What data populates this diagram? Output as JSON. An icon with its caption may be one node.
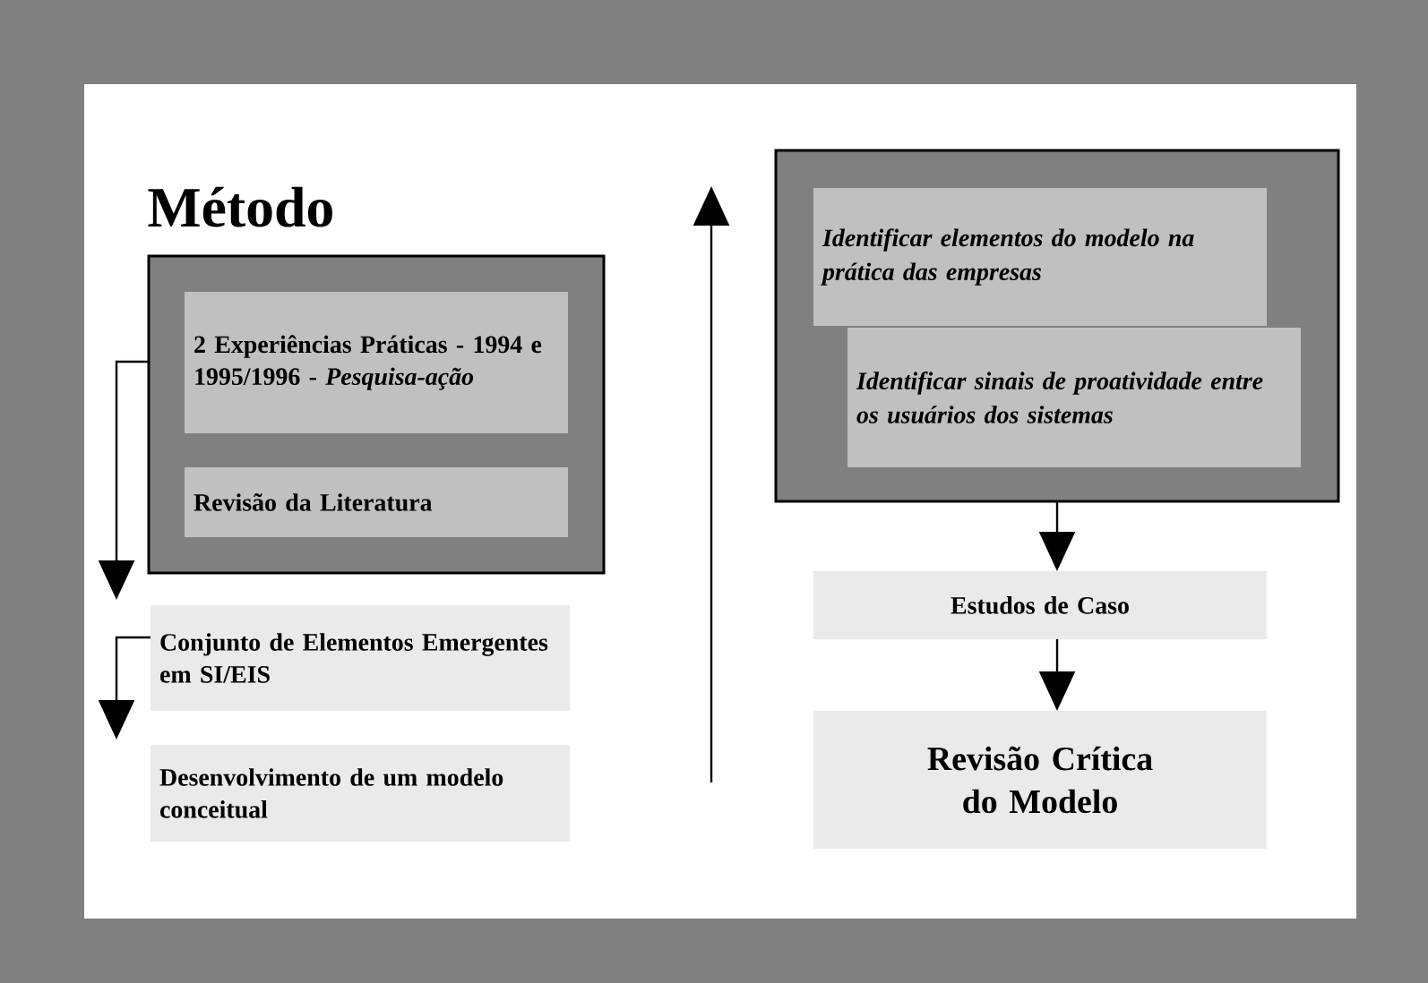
{
  "diagram": {
    "title": "Método",
    "nodes": [
      {
        "text": [],
        "shape": "box"
      },
      {
        "text": [
          "2 Experiências Práticas - 1994 e 1995/1996 - *Pesquisa-ação*"
        ],
        "in": 0
      },
      {
        "text": [
          "Revisão da Literatura"
        ],
        "in": 0
      },
      {
        "text": [
          "Conjunto de Elementos Emergentes em SI/EIS"
        ]
      },
      {
        "text": [
          "Desenvolvimento de um modelo conceitual"
        ]
      },
      {
        "text": [],
        "shape": "box"
      },
      {
        "text": [
          "Identificar elementos do modelo na prática das empresas"
        ],
        "in": 5
      },
      {
        "text": [
          "Identificar sinais de proatividade entre os usuários dos sistemas"
        ],
        "in": 5
      },
      {
        "text": [
          "Estudos de Caso"
        ]
      },
      {
        "text": [
          "Revisão Crítica do Modelo"
        ]
      }
    ],
    "edges": [
      {
        "from": 0,
        "to": 3,
        "arrow": "to"
      },
      {
        "from": 3,
        "to": 4,
        "arrow": "to"
      },
      {
        "from": 5,
        "to": 8,
        "arrow": "to"
      },
      {
        "from": 8,
        "to": 9,
        "arrow": "to"
      }
    ]
  }
}
